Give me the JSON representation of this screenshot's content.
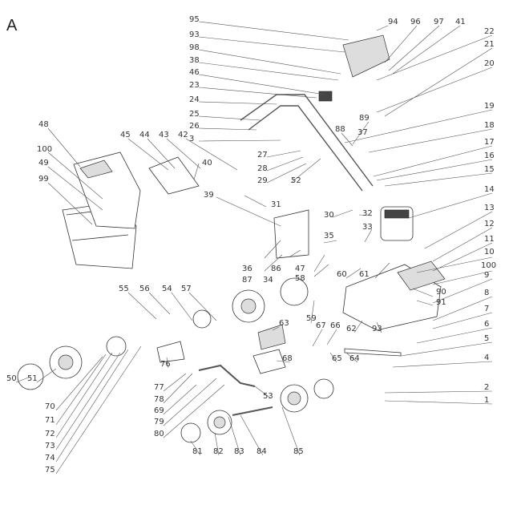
{
  "figure": {
    "letter": "A",
    "callouts": [
      "95",
      "94",
      "96",
      "97",
      "41",
      "22",
      "21",
      "20",
      "93",
      "98",
      "38",
      "46",
      "23",
      "24",
      "25",
      "26",
      "3",
      "19",
      "18",
      "17",
      "16",
      "15",
      "88",
      "89",
      "37",
      "27",
      "28",
      "29",
      "52",
      "48",
      "100",
      "49",
      "99",
      "45",
      "44",
      "43",
      "42",
      "40",
      "31",
      "39",
      "30",
      "32",
      "33",
      "14",
      "13",
      "12",
      "11",
      "10",
      "100",
      "35",
      "36",
      "87",
      "86",
      "34",
      "47",
      "58",
      "60",
      "61",
      "90",
      "91",
      "9",
      "8",
      "7",
      "6",
      "5",
      "4",
      "2",
      "1",
      "55",
      "56",
      "54",
      "57",
      "59",
      "62",
      "93",
      "67",
      "66",
      "65",
      "64",
      "63",
      "68",
      "76",
      "77",
      "78",
      "69",
      "79",
      "80",
      "53",
      "50",
      "51",
      "70",
      "71",
      "72",
      "73",
      "74",
      "75",
      "81",
      "82",
      "83",
      "84",
      "85"
    ]
  }
}
